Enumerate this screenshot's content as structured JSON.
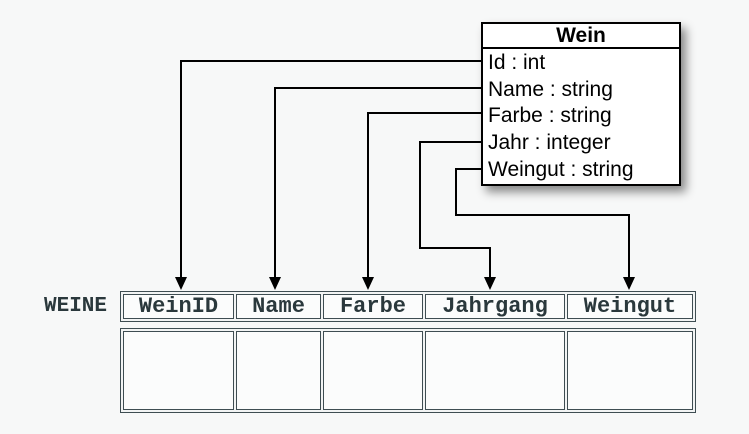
{
  "diagram": {
    "class_box": {
      "title": "Wein",
      "attributes": [
        "Id : int",
        "Name : string",
        "Farbe : string",
        "Jahr : integer",
        "Weingut : string"
      ]
    },
    "table": {
      "label": "WEINE",
      "columns": [
        "WeinID",
        "Name",
        "Farbe",
        "Jahrgang",
        "Weingut"
      ],
      "body_rows": 1,
      "body_cells_empty": true
    },
    "mappings": [
      {
        "from": "Id",
        "to": "WeinID"
      },
      {
        "from": "Name",
        "to": "Name"
      },
      {
        "from": "Farbe",
        "to": "Farbe"
      },
      {
        "from": "Jahr",
        "to": "Jahrgang"
      },
      {
        "from": "Weingut",
        "to": "Weingut"
      }
    ],
    "colors": {
      "background": "#f7f8f8",
      "box_border": "#000000",
      "box_fill": "#ffffff",
      "arrow": "#000000",
      "table_border": "#3e4d52",
      "table_text": "#2a383c",
      "cell_fill": "#fbfcfc"
    }
  }
}
